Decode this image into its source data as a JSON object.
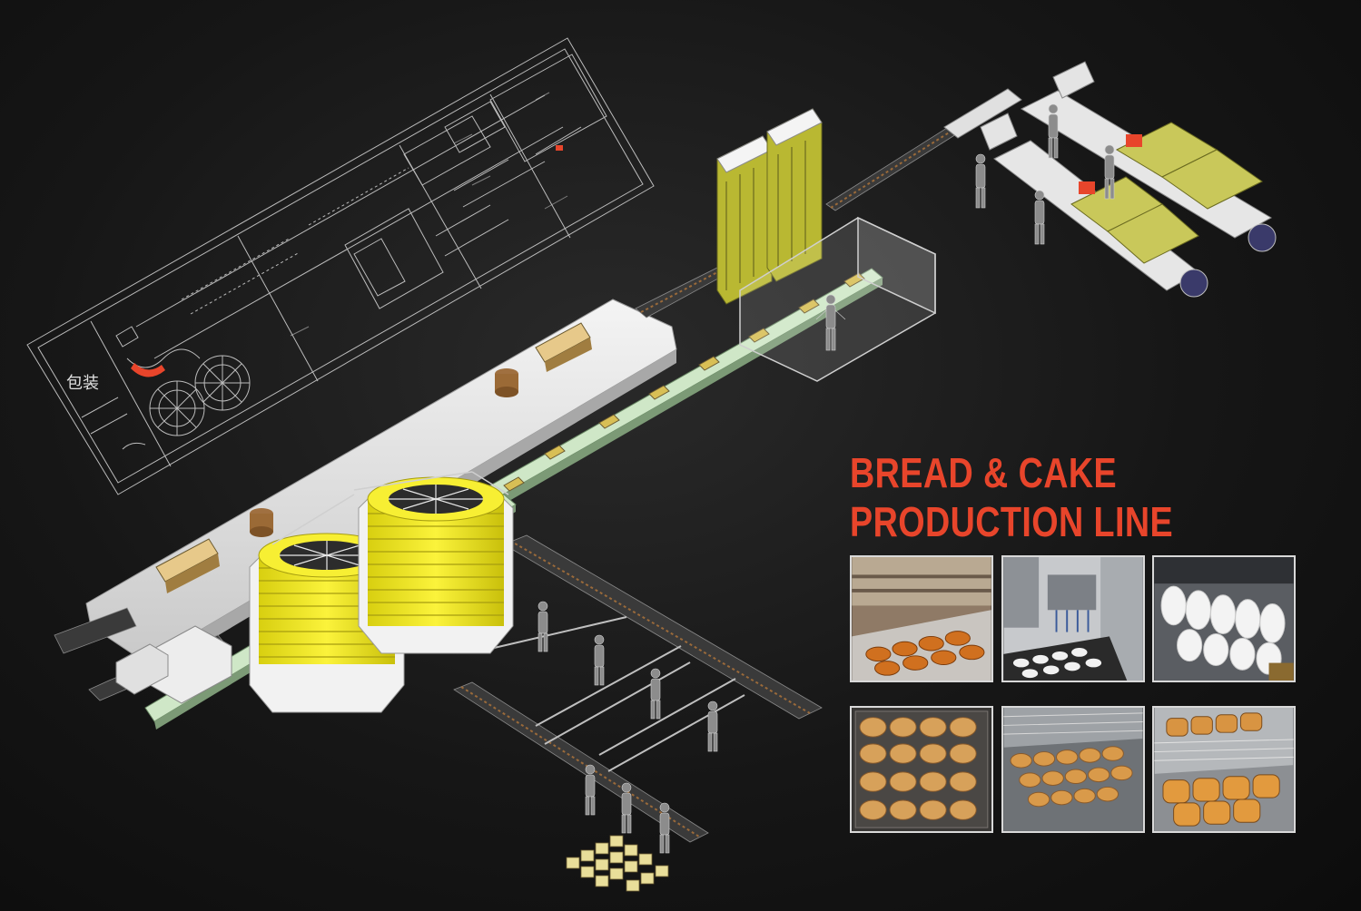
{
  "title": {
    "line1": "BREAD & CAKE",
    "line2": "PRODUCTION LINE"
  },
  "floorplan": {
    "packaging_label": "包装"
  },
  "colors": {
    "accent_red": "#e8452b",
    "conveyor_green": "#cfe7c7",
    "spiral_yellow": "#f3ea2a",
    "proofer_olive": "#b9b832",
    "plan_line": "#d8d8d8"
  },
  "photos": [
    {
      "name": "photo-cake-cups-conveyor",
      "subject": "cakes in cups on conveyor"
    },
    {
      "name": "photo-depositor-machine",
      "subject": "batter depositor machine"
    },
    {
      "name": "photo-paper-cup-stack",
      "subject": "paper cup dispenser"
    },
    {
      "name": "photo-sesame-buns-trays",
      "subject": "sesame buns on trays"
    },
    {
      "name": "photo-buns-spiral-cooler",
      "subject": "buns on spiral cooler belt"
    },
    {
      "name": "photo-toast-loaves-cooling",
      "subject": "toast loaves cooling"
    }
  ]
}
